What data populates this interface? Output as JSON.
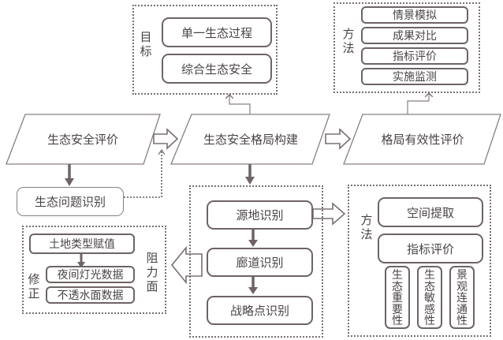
{
  "main_flow": {
    "eco_security_eval": "生态安全评价",
    "pattern_construction": "生态安全格局构建",
    "pattern_effectiveness": "格局有效性评价"
  },
  "problem_identification": "生态问题识别",
  "goals": {
    "label": "目标",
    "label_chars": [
      "目",
      "标"
    ],
    "items": [
      "单一生态过程",
      "综合生态安全"
    ]
  },
  "eval_methods": {
    "label_chars": [
      "方",
      "法"
    ],
    "items": [
      "情景模拟",
      "成果对比",
      "指标评价",
      "实施监测"
    ]
  },
  "construction_steps": [
    "源地识别",
    "廊道识别",
    "战略点识别"
  ],
  "resistance": {
    "label_chars": [
      "阻",
      "力",
      "面"
    ],
    "base": "土地类型赋值",
    "correction_label_chars": [
      "修",
      "正"
    ],
    "corrections": [
      "夜间灯光数据",
      "不透水面数据"
    ]
  },
  "source_methods": {
    "label_chars": [
      "方",
      "法"
    ],
    "items": [
      "空间提取",
      "指标评价"
    ],
    "indicators": [
      [
        "生",
        "态",
        "重",
        "要",
        "性"
      ],
      [
        "生",
        "态",
        "敏",
        "感",
        "性"
      ],
      [
        "景",
        "观",
        "连",
        "通",
        "性"
      ]
    ]
  }
}
